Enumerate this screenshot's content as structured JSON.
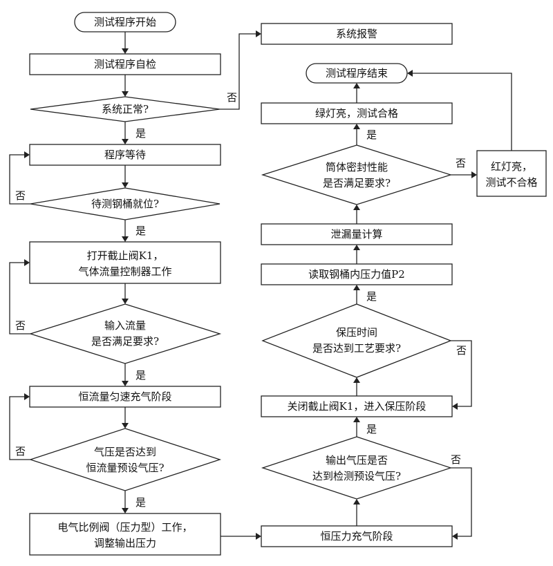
{
  "nodes": {
    "start": "测试程序开始",
    "self_check": "测试程序自检",
    "system_ok": "系统正常?",
    "wait": "程序等待",
    "barrel_ready": "待测钢桶就位?",
    "open_valve_1": "打开截止阀K1，",
    "open_valve_2": "气体流量控制器工作",
    "flow_ok_1": "输入流量",
    "flow_ok_2": "是否满足要求?",
    "const_flow": "恒流量匀速充气阶段",
    "pressure_reach_1": "气压是否达到",
    "pressure_reach_2": "恒流量预设气压?",
    "proportional_1": "电气比例阀（压力型）工作，",
    "proportional_2": "调整输出压力",
    "const_pressure": "恒压力充气阶段",
    "output_ok_1": "输出气压是否",
    "output_ok_2": "达到检测预设气压?",
    "close_valve": "关闭截止阀K1，进入保压阶段",
    "hold_ok_1": "保压时间",
    "hold_ok_2": "是否达到工艺要求?",
    "read_p2": "读取钢桶内压力值P2",
    "leak_calc": "泄漏量计算",
    "seal_ok_1": "筒体密封性能",
    "seal_ok_2": "是否满足要求?",
    "green": "绿灯亮，测试合格",
    "red_1": "红灯亮，",
    "red_2": "测试不合格",
    "end": "测试程序结束",
    "alarm": "系统报警"
  },
  "labels": {
    "yes": "是",
    "no": "否"
  }
}
